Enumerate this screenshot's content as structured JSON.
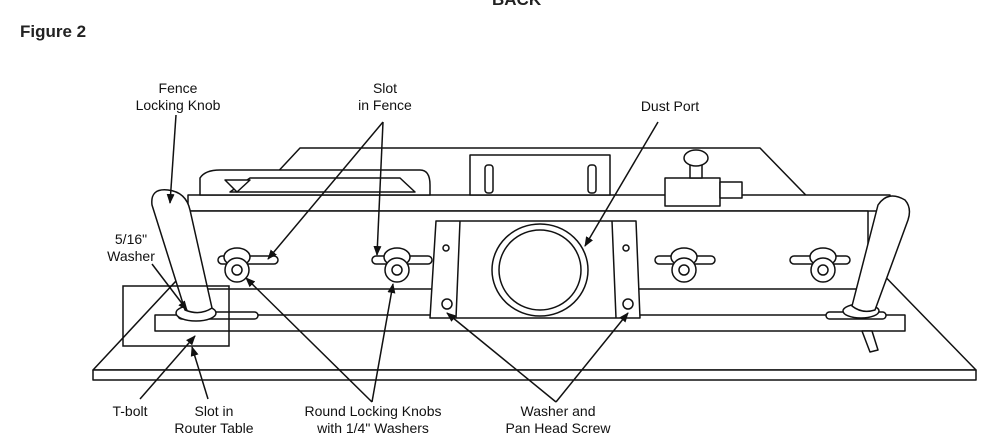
{
  "figure": {
    "top_cut_text": "BACK",
    "title": "Figure 2"
  },
  "labels": {
    "fence_locking_knob": [
      "Fence",
      "Locking Knob"
    ],
    "slot_in_fence": [
      "Slot",
      "in Fence"
    ],
    "dust_port": "Dust Port",
    "washer_5_16": [
      "5/16\"",
      "Washer"
    ],
    "t_bolt": "T-bolt",
    "slot_in_router_table": [
      "Slot in",
      "Router Table"
    ],
    "round_locking_knobs": [
      "Round Locking Knobs",
      "with 1/4\" Washers"
    ],
    "washer_pan_head": [
      "Washer and",
      "Pan Head Screw"
    ]
  },
  "colors": {
    "line": "#111111",
    "fill": "#ffffff"
  }
}
